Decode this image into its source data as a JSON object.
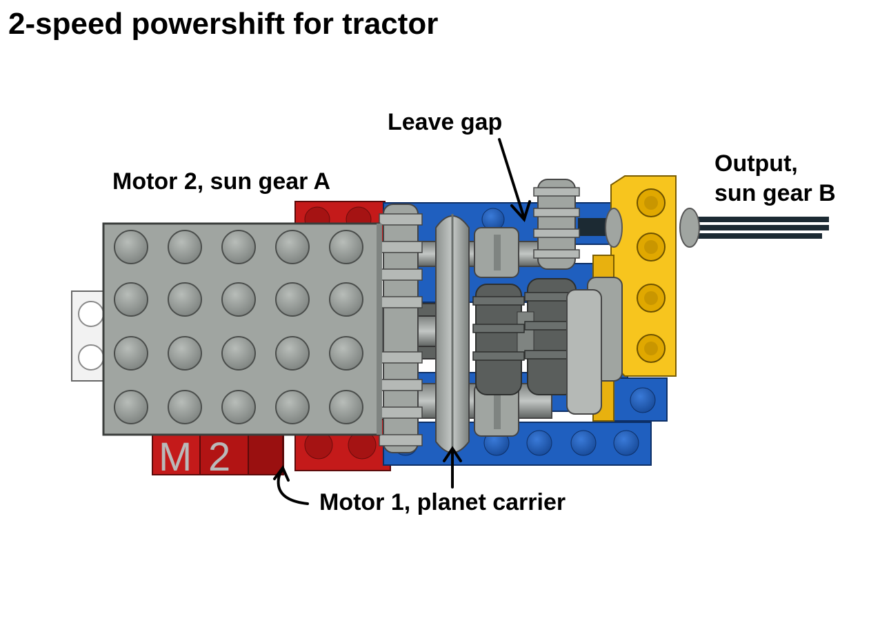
{
  "title": "2-speed powershift for tractor",
  "labels": {
    "motor2": "Motor 2, sun gear A",
    "leave_gap": "Leave gap",
    "output": "Output,\nsun gear B",
    "motor1": "Motor 1, planet carrier"
  },
  "motor_marking": {
    "letter": "M",
    "number": "2"
  },
  "colors": {
    "red": "#c41a1a",
    "blue": "#1f5fbf",
    "yellow": "#f7c51e",
    "light_gray": "#a0a5a1",
    "dark_gray": "#5a5e5c",
    "white_part": "#f2f2f2",
    "axle": "#1c2a33"
  }
}
